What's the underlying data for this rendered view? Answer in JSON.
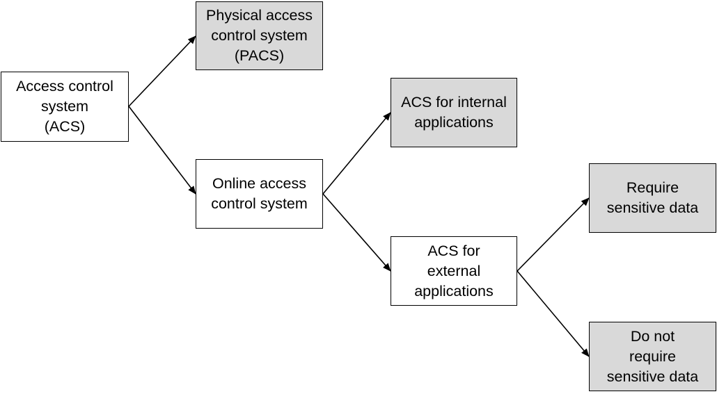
{
  "nodes": {
    "acs": {
      "lines": [
        "Access control",
        "system",
        "(ACS)"
      ]
    },
    "pacs": {
      "lines": [
        "Physical access",
        "control system",
        "(PACS)"
      ]
    },
    "online": {
      "lines": [
        "Online access",
        "control system"
      ]
    },
    "internal": {
      "lines": [
        "ACS for internal",
        "applications"
      ]
    },
    "external": {
      "lines": [
        "ACS for",
        "external",
        "applications"
      ]
    },
    "require": {
      "lines": [
        "Require",
        "sensitive data"
      ]
    },
    "donot": {
      "lines": [
        "Do not",
        "require",
        "sensitive data"
      ]
    }
  },
  "edges": [
    {
      "from": "acs",
      "to": "pacs"
    },
    {
      "from": "acs",
      "to": "online"
    },
    {
      "from": "online",
      "to": "internal"
    },
    {
      "from": "online",
      "to": "external"
    },
    {
      "from": "external",
      "to": "require"
    },
    {
      "from": "external",
      "to": "donot"
    }
  ],
  "colors": {
    "root_fill": "#ffffff",
    "intermediate_fill": "#ffffff",
    "leaf_fill": "#d9d9d9",
    "stroke": "#000000"
  }
}
